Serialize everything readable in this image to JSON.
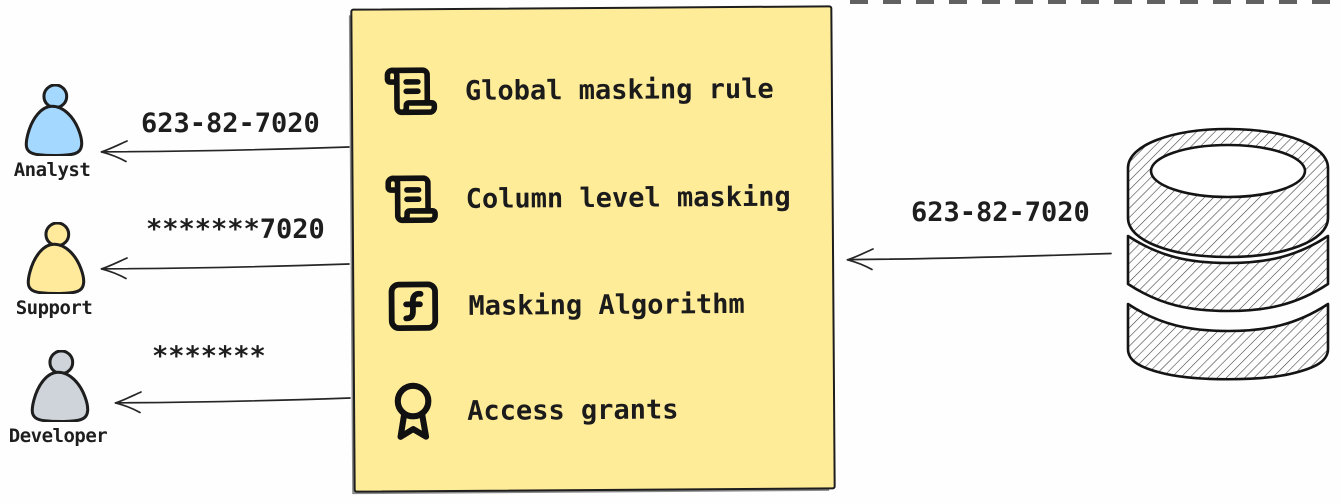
{
  "personas": [
    {
      "label": "Analyst",
      "masked_value": "623-82-7020",
      "fill": "#a5d8ff",
      "icon": "person-icon"
    },
    {
      "label": "Support",
      "masked_value": "*******7020",
      "fill": "#ffe99a",
      "icon": "person-icon"
    },
    {
      "label": "Developer",
      "masked_value": "*******",
      "fill": "#ced4da",
      "icon": "person-icon"
    }
  ],
  "masking_box": {
    "fill": "#ffec99",
    "border_color": "#1e1e1e",
    "items": [
      {
        "icon": "scroll-text-icon",
        "label": "Global masking rule"
      },
      {
        "icon": "scroll-text-icon",
        "label": "Column level masking"
      },
      {
        "icon": "function-square-icon",
        "label": "Masking Algorithm"
      },
      {
        "icon": "award-icon",
        "label": "Access grants"
      }
    ]
  },
  "source": {
    "icon": "database-icon",
    "outgoing_value": "623-82-7020"
  },
  "colors": {
    "text": "#1e1e1e",
    "arrow": "#262626"
  }
}
